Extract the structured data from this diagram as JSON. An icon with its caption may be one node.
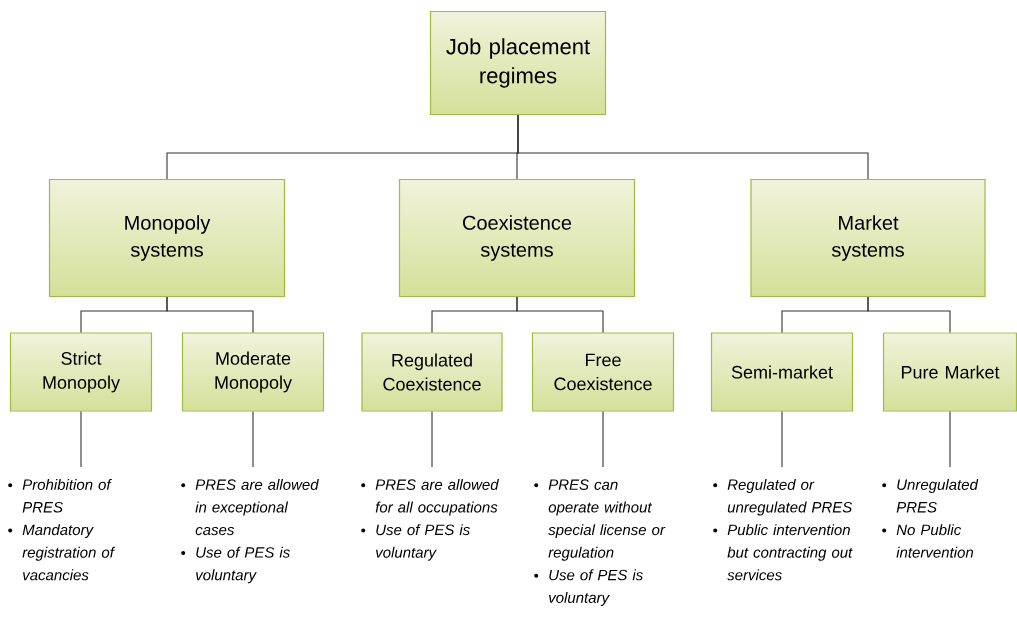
{
  "diagram": {
    "nodes": [
      {
        "text": [
          "Job placement regimes"
        ]
      },
      {
        "text": [
          "Monopoly systems"
        ]
      },
      {
        "text": [
          "Coexistence systems"
        ]
      },
      {
        "text": [
          "Market systems"
        ]
      },
      {
        "text": [
          "Strict Monopoly"
        ]
      },
      {
        "text": [
          "Moderate Monopoly"
        ]
      },
      {
        "text": [
          "Regulated Coexistence"
        ]
      },
      {
        "text": [
          "Free Coexistence"
        ]
      },
      {
        "text": [
          "Semi-market"
        ]
      },
      {
        "text": [
          "Pure Market"
        ]
      },
      {
        "text": [
          "Prohibition of PRES",
          "Mandatory registration of vacancies"
        ]
      },
      {
        "text": [
          "PRES are allowed in exceptional cases",
          "Use of PES is voluntary"
        ]
      },
      {
        "text": [
          "PRES are allowed for all occupations",
          "Use of PES is voluntary"
        ]
      },
      {
        "text": [
          "PRES can operate without special license or regulation",
          "Use of PES is voluntary"
        ]
      },
      {
        "text": [
          "Regulated or unregulated PRES",
          "Public intervention but contracting out services"
        ]
      },
      {
        "text": [
          "Unregulated PRES",
          "No Public intervention"
        ]
      }
    ],
    "edges": [
      {
        "from": 0,
        "to": 1,
        "arrow": "none"
      },
      {
        "from": 0,
        "to": 2,
        "arrow": "none"
      },
      {
        "from": 0,
        "to": 3,
        "arrow": "none"
      },
      {
        "from": 1,
        "to": 4,
        "arrow": "none"
      },
      {
        "from": 1,
        "to": 5,
        "arrow": "none"
      },
      {
        "from": 2,
        "to": 6,
        "arrow": "none"
      },
      {
        "from": 2,
        "to": 7,
        "arrow": "none"
      },
      {
        "from": 3,
        "to": 8,
        "arrow": "none"
      },
      {
        "from": 3,
        "to": 9,
        "arrow": "none"
      },
      {
        "from": 4,
        "to": 10,
        "arrow": "none"
      },
      {
        "from": 5,
        "to": 11,
        "arrow": "none"
      },
      {
        "from": 6,
        "to": 12,
        "arrow": "none"
      },
      {
        "from": 7,
        "to": 13,
        "arrow": "none"
      },
      {
        "from": 8,
        "to": 14,
        "arrow": "none"
      },
      {
        "from": 9,
        "to": 15,
        "arrow": "none"
      }
    ]
  }
}
